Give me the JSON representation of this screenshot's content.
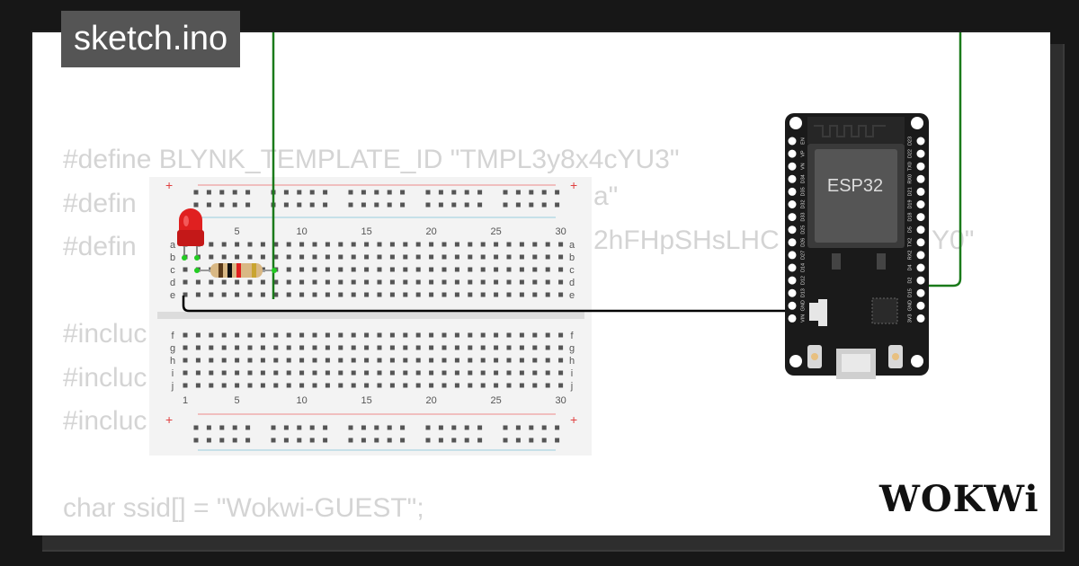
{
  "title_tab": {
    "label": "sketch.ino"
  },
  "code_lines": [
    "#define BLYNK_TEMPLATE_ID \"TMPL3y8x4cYU3\"",
    "#defin",
    "#defin",
    "",
    "#incluc",
    "#incluc",
    "#incluc",
    "",
    "char ssid[] = \"Wokwi-GUEST\";"
  ],
  "code_fragments": {
    "line2_tail": "a\"",
    "line3_tail": "2hFHpSHsLHC",
    "line3_end": "Y0\""
  },
  "breadboard": {
    "row_labels_top": [
      "a",
      "b",
      "c",
      "d",
      "e"
    ],
    "row_labels_bottom": [
      "f",
      "g",
      "h",
      "i",
      "j"
    ],
    "column_labels": [
      "5",
      "10",
      "15",
      "20",
      "25",
      "30"
    ],
    "bottom_column_labels": [
      "1",
      "5",
      "10",
      "15",
      "20",
      "25",
      "30"
    ],
    "rail_symbol": "+"
  },
  "esp32": {
    "chip_label": "ESP32",
    "left_pins": [
      "EN",
      "VP",
      "VN",
      "D34",
      "D35",
      "D32",
      "D33",
      "D25",
      "D26",
      "D27",
      "D14",
      "D12",
      "D13",
      "GND",
      "VIN"
    ],
    "right_pins": [
      "D23",
      "D22",
      "TX0",
      "RX0",
      "D21",
      "D19",
      "D18",
      "D5",
      "TX2",
      "RX2",
      "D4",
      "D2",
      "D15",
      "GND",
      "3V3"
    ]
  },
  "brand": {
    "logo": "WOKWi"
  },
  "colors": {
    "background": "#171717",
    "card": "#ffffff",
    "code_text": "#d4d4d4",
    "tab_bg": "#555555",
    "wire_green": "#1a7a1a",
    "wire_black": "#000000",
    "led_red": "#e02020",
    "board_black": "#1a1a1a"
  }
}
